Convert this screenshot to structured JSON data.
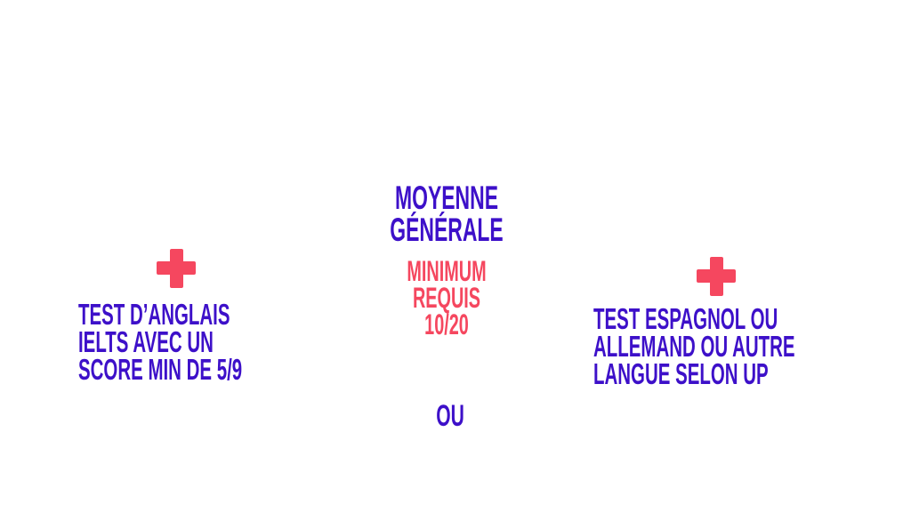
{
  "colors": {
    "primary": "#3d10c9",
    "accent": "#f5475f",
    "background": "#ffffff"
  },
  "center": {
    "title_line1": "MOYENNE",
    "title_line2": "GÉNÉRALE",
    "requirement_line1": "MINIMUM",
    "requirement_line2": "REQUIS",
    "requirement_line3": "10/20",
    "separator": "OU"
  },
  "left": {
    "icon": "plus-icon",
    "line1": "TEST D’ANGLAIS",
    "line2": "IELTS AVEC UN",
    "line3": "SCORE MIN DE 5/9"
  },
  "right": {
    "icon": "plus-icon",
    "line1": "TEST ESPAGNOL OU",
    "line2": "ALLEMAND OU AUTRE",
    "line3": "LANGUE SELON UP"
  }
}
